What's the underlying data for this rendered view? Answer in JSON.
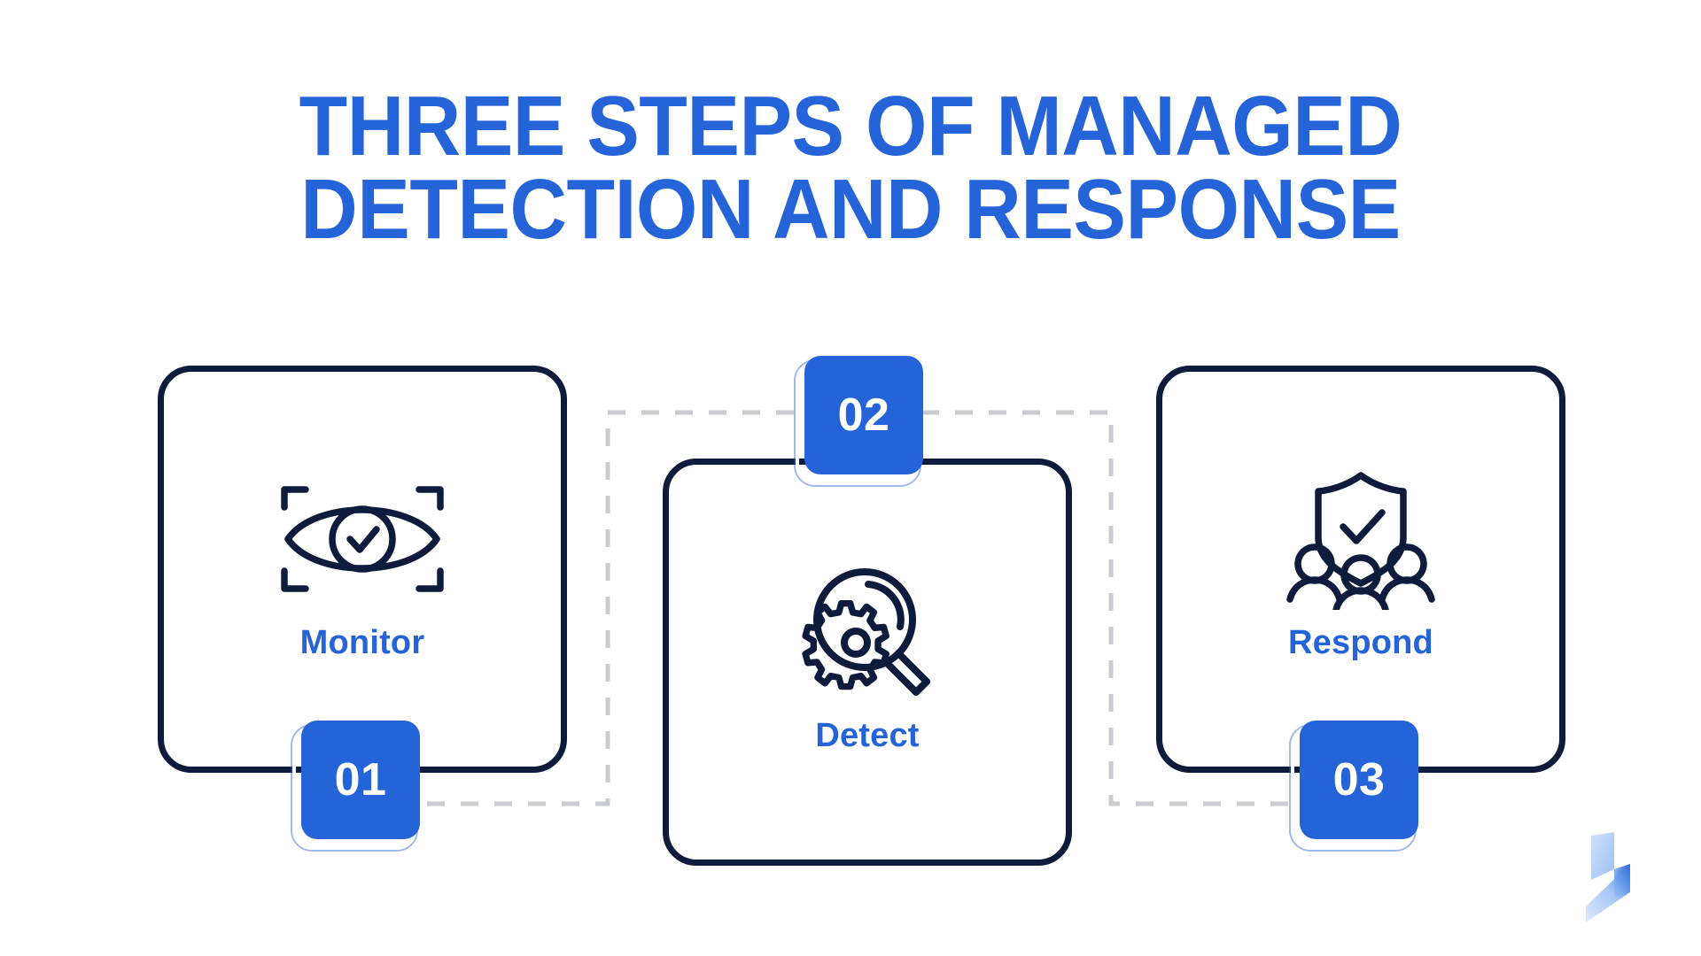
{
  "page": {
    "title_line1": "THREE STEPS OF MANAGED",
    "title_line2": "DETECTION AND RESPONSE",
    "title_full": "THREE STEPS OF MANAGED\nDETECTION AND RESPONSE"
  },
  "colors": {
    "brand_blue": "#2563d9",
    "navy": "#0d1c3d",
    "dashed_gray": "#c9cbd0",
    "background": "#ffffff",
    "badge_text": "#ffffff"
  },
  "steps": [
    {
      "number": "01",
      "label": "Monitor",
      "icon": "eye-scan-check-icon"
    },
    {
      "number": "02",
      "label": "Detect",
      "icon": "magnifier-gear-icon"
    },
    {
      "number": "03",
      "label": "Respond",
      "icon": "shield-check-people-icon"
    }
  ],
  "logo": {
    "name": "brand-logo-mark"
  }
}
